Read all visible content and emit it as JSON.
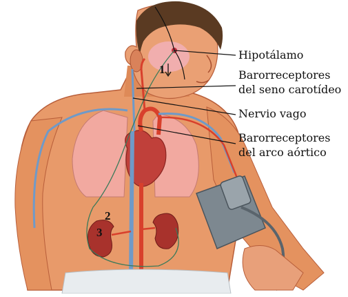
{
  "labels": {
    "hipotalamo": "Hipotálamo",
    "baro_seno_l1": "Barorreceptores",
    "baro_seno_l2": "del seno carotídeo",
    "nervio_vago": "Nervio vago",
    "baro_arco_l1": "Barorreceptores",
    "baro_arco_l2": "del arco aórtico"
  },
  "numbers": {
    "n1": "1",
    "n2": "2",
    "n3": "3"
  },
  "colors": {
    "skin": "#e89a6a",
    "skin_dark": "#c8704a",
    "hair": "#5a3a22",
    "lung": "#f2a9a0",
    "heart": "#c0403a",
    "artery": "#d8402c",
    "vein": "#6f9ac8",
    "kidney": "#a8322c",
    "cuff": "#7d8890",
    "cloth": "#e8ecef",
    "nerve": "#3b7a5a"
  }
}
